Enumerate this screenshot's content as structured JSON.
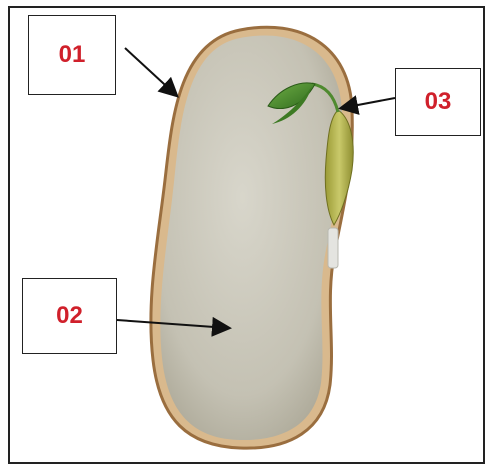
{
  "labels": {
    "label_01": "01",
    "label_02": "02",
    "label_03": "03"
  },
  "colors": {
    "label_text": "#d0202b",
    "seed_coat": "#b98d5f",
    "cotyledon": "#c9c6b8",
    "embryo_leaf": "#4f8a2f",
    "radicle": "#b5b54c",
    "arrow": "#111111"
  }
}
